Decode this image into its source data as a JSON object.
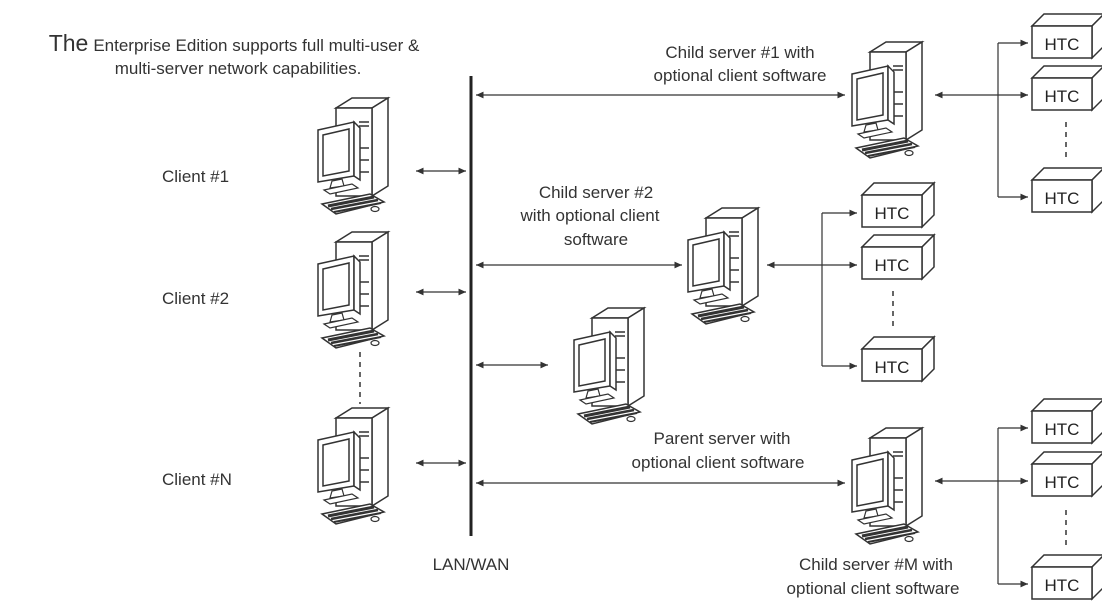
{
  "caption": {
    "line1_lead": "The",
    "line1_rest": "Enterprise Edition supports full multi-user &",
    "line2": "multi-server network capabilities."
  },
  "network": {
    "label": "LAN/WAN"
  },
  "clients": [
    {
      "label": "Client #1"
    },
    {
      "label": "Client #2"
    },
    {
      "label": "Client #N"
    }
  ],
  "servers": {
    "child1": {
      "line1": "Child server #1 with",
      "line2": "optional client software"
    },
    "child2": {
      "line1": "Child server #2",
      "line2": "with optional client",
      "line3": "software"
    },
    "parent": {
      "line1": "Parent server with",
      "line2": "optional client software"
    },
    "childM": {
      "line1": "Child server #M with",
      "line2": "optional client software"
    }
  },
  "device_label": "HTC"
}
